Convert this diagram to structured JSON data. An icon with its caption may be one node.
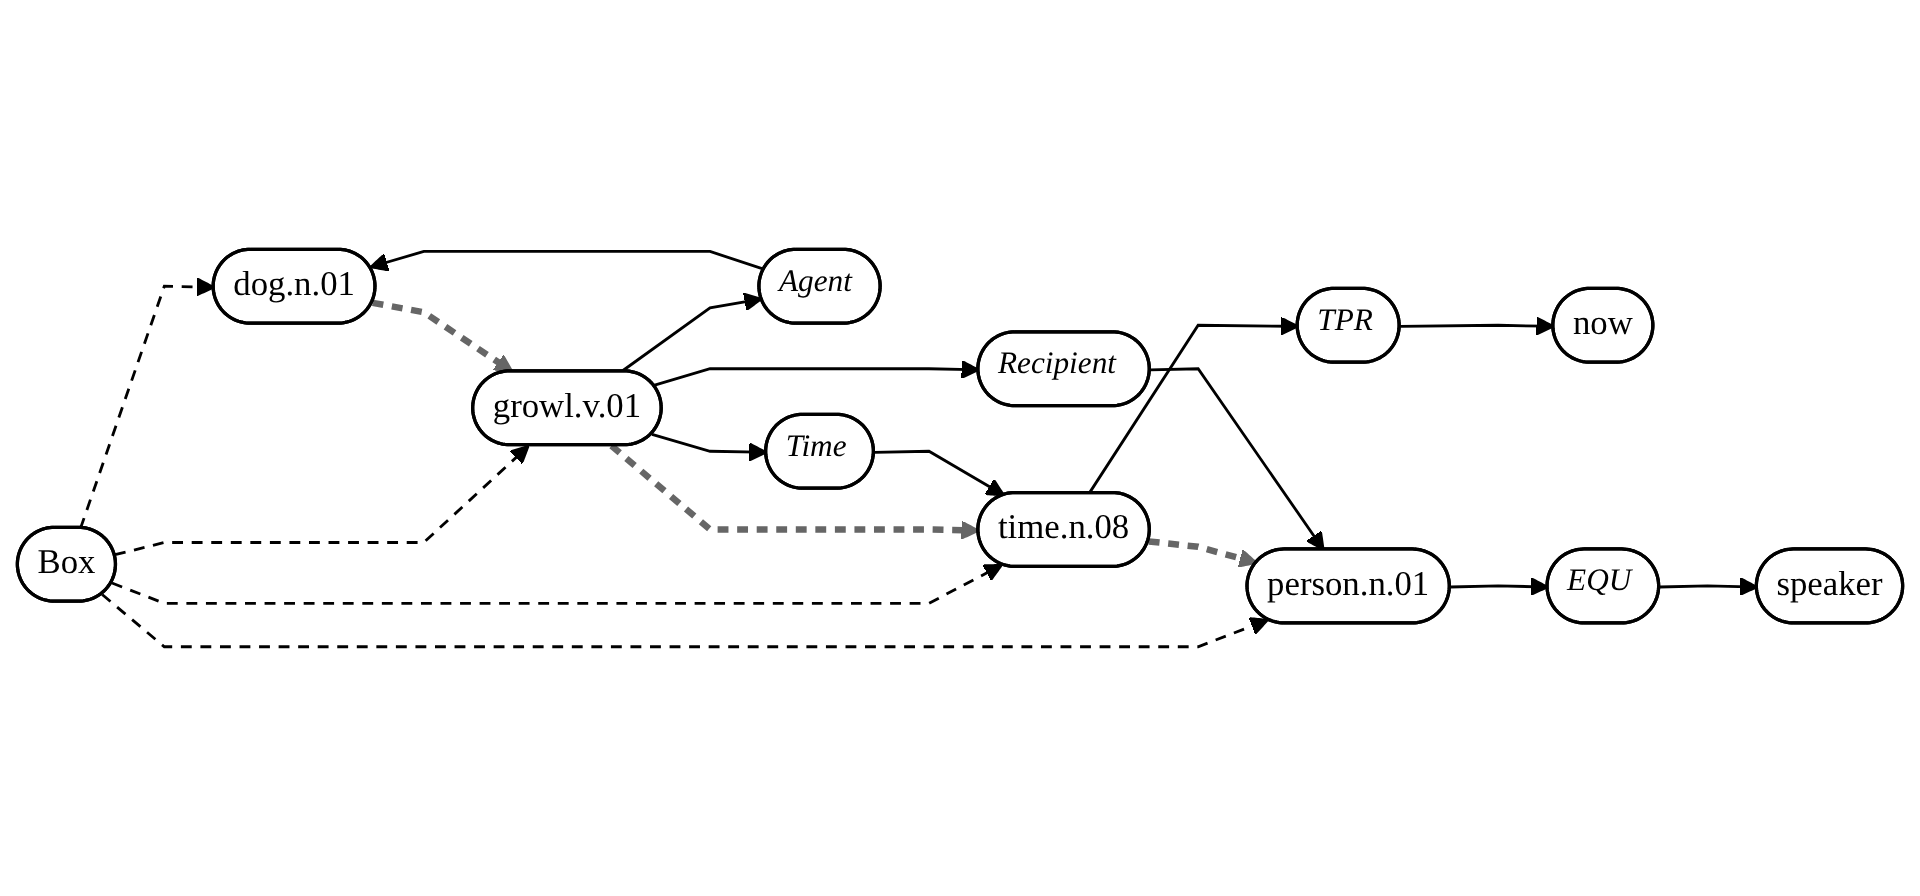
{
  "diagram": {
    "nodes": [
      {
        "text": [
          "Box"
        ]
      },
      {
        "text": [
          "dog.n.01"
        ]
      },
      {
        "text": [
          "growl.v.01"
        ]
      },
      {
        "text": [
          "time.n.08"
        ]
      },
      {
        "text": [
          "person.n.01"
        ]
      },
      {
        "text": [
          "Agent"
        ]
      },
      {
        "text": [
          "Time"
        ]
      },
      {
        "text": [
          "Recipient"
        ]
      },
      {
        "text": [
          "TPR"
        ]
      },
      {
        "text": [
          "now"
        ]
      },
      {
        "text": [
          "EQU"
        ]
      },
      {
        "text": [
          "speaker"
        ]
      }
    ],
    "edges": [
      {
        "from": 0,
        "to": 1,
        "arrow": "to",
        "style": "dashed"
      },
      {
        "from": 0,
        "to": 2,
        "arrow": "to",
        "style": "dashed"
      },
      {
        "from": 0,
        "to": 3,
        "arrow": "to",
        "style": "dashed"
      },
      {
        "from": 0,
        "to": 4,
        "arrow": "to",
        "style": "dashed"
      },
      {
        "from": 1,
        "to": 2,
        "arrow": "to",
        "style": "dashed",
        "color": "#666666"
      },
      {
        "from": 2,
        "to": 3,
        "arrow": "to",
        "style": "dashed",
        "color": "#666666"
      },
      {
        "from": 3,
        "to": 4,
        "arrow": "to",
        "style": "dashed",
        "color": "#666666"
      },
      {
        "from": 5,
        "to": 1,
        "arrow": "to"
      },
      {
        "from": 2,
        "to": 5,
        "arrow": "to"
      },
      {
        "from": 2,
        "to": 6,
        "arrow": "to"
      },
      {
        "from": 2,
        "to": 7,
        "arrow": "to"
      },
      {
        "from": 6,
        "to": 3,
        "arrow": "to"
      },
      {
        "from": 7,
        "to": 4,
        "arrow": "to"
      },
      {
        "from": 3,
        "to": 8,
        "arrow": "to"
      },
      {
        "from": 8,
        "to": 9,
        "arrow": "to"
      },
      {
        "from": 4,
        "to": 10,
        "arrow": "to"
      },
      {
        "from": 10,
        "to": 11,
        "arrow": "to"
      }
    ]
  }
}
